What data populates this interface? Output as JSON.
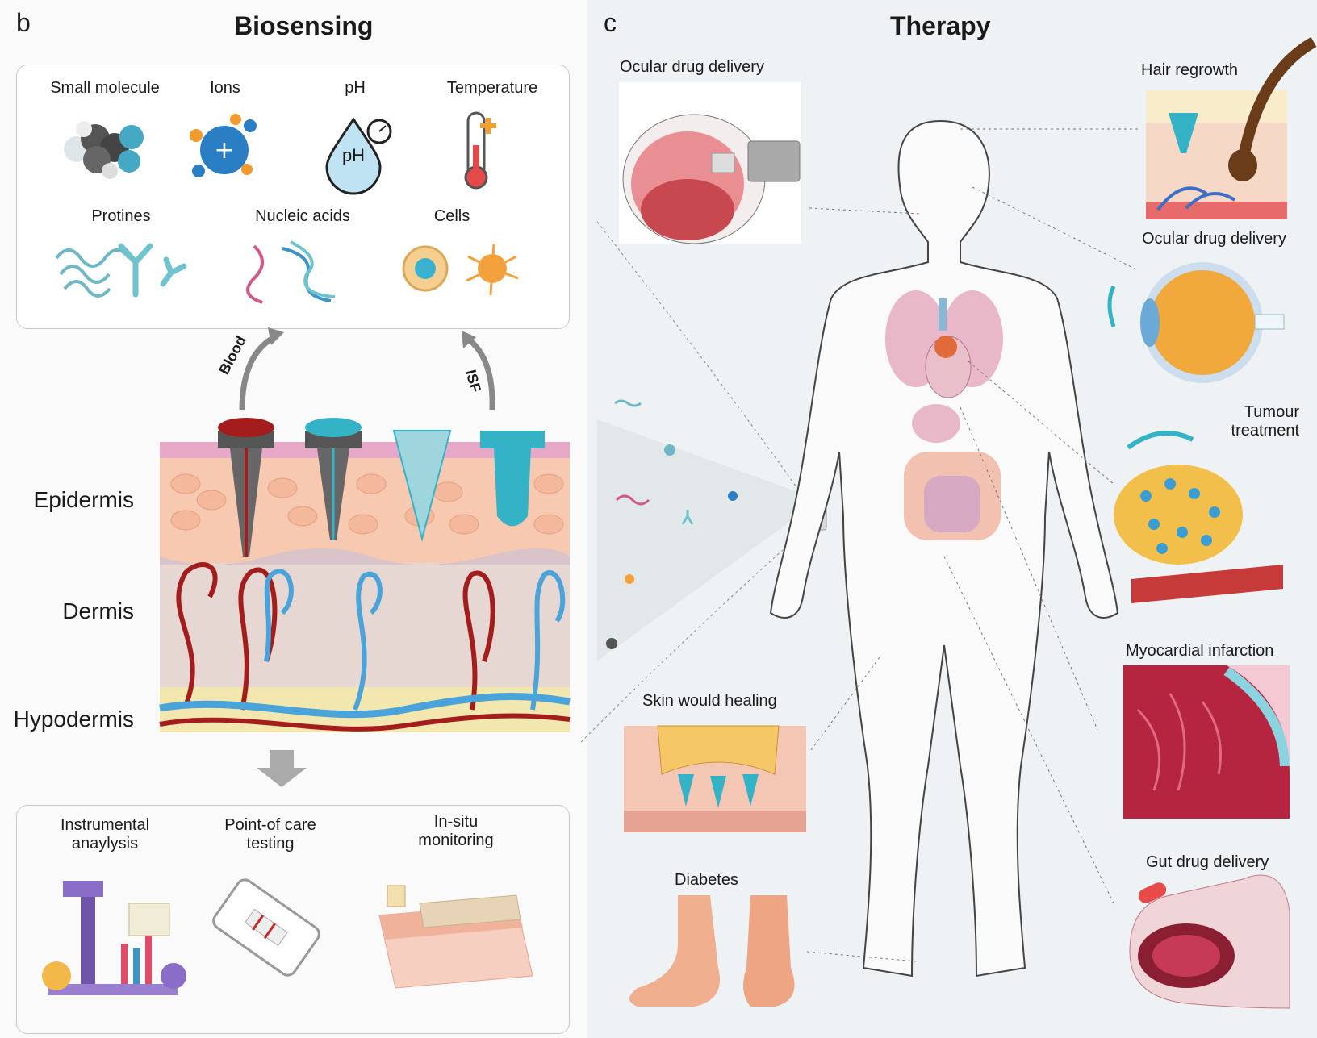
{
  "panel_b": {
    "letter": "b",
    "title": "Biosensing",
    "analytes_row1": [
      "Small molecule",
      "Ions",
      "pH",
      "Temperature"
    ],
    "analytes_row2": [
      "Protines",
      "Nucleic acids",
      "Cells"
    ],
    "ph_icon_text": "pH",
    "arrow_blood": "Blood",
    "arrow_isf": "ISF",
    "layers": [
      "Epidermis",
      "Dermis",
      "Hypodermis"
    ],
    "applications": [
      "Instrumental\nanaylysis",
      "Point-of care\ntesting",
      "In-situ\nmonitoring"
    ]
  },
  "panel_c": {
    "letter": "c",
    "title": "Therapy",
    "left_items": [
      "Ocular drug delivery",
      "Skin would healing",
      "Diabetes"
    ],
    "right_items": [
      "Hair regrowth",
      "Ocular drug delivery",
      "Tumour\ntreatment",
      "Myocardial infarction",
      "Gut drug delivery"
    ]
  },
  "colors": {
    "blood_red": "#a31d1d",
    "vessel_blue": "#4aa3d9",
    "teal": "#35b3c6",
    "skin_pink": "#f2b9a6",
    "dermis": "#e6d7d3",
    "fat_yellow": "#f3e7b0"
  },
  "icons": [
    "molecule-icon",
    "ion-icon",
    "ph-drop-icon",
    "thermometer-icon",
    "protein-icon",
    "antibody-icon",
    "dna-icon",
    "cell-icon",
    "microscope-icon",
    "test-strip-icon",
    "patch-icon",
    "human-body-icon",
    "eye-icon",
    "tumour-icon",
    "heart-tissue-icon",
    "gut-icon",
    "foot-icon",
    "wound-icon",
    "hair-follicle-icon"
  ]
}
